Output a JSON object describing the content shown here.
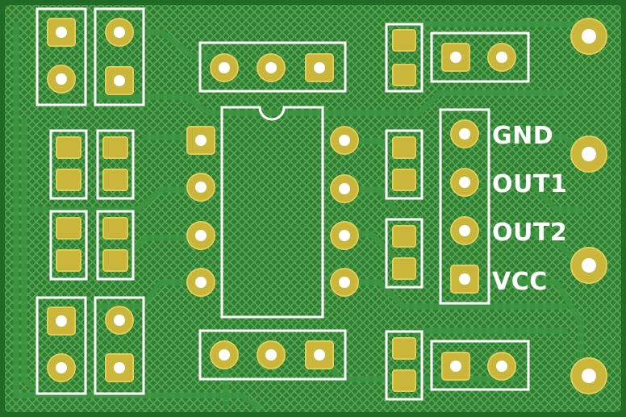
{
  "colors": {
    "board": "#2e7d32",
    "board_dark": "#1b5e20",
    "trace": "#3f9a3f",
    "hatch": "#4da14c",
    "pad": "#c9b63a",
    "pad_edge": "#e6d25a",
    "hole": "#ffffff",
    "silk": "#ffffff"
  },
  "silkscreen": {
    "labels": [
      "GND",
      "OUT1",
      "OUT2",
      "VCC"
    ]
  },
  "components": {
    "ic": {
      "pins_per_side": 4
    },
    "headers": {
      "main_header_pins": 4
    }
  }
}
